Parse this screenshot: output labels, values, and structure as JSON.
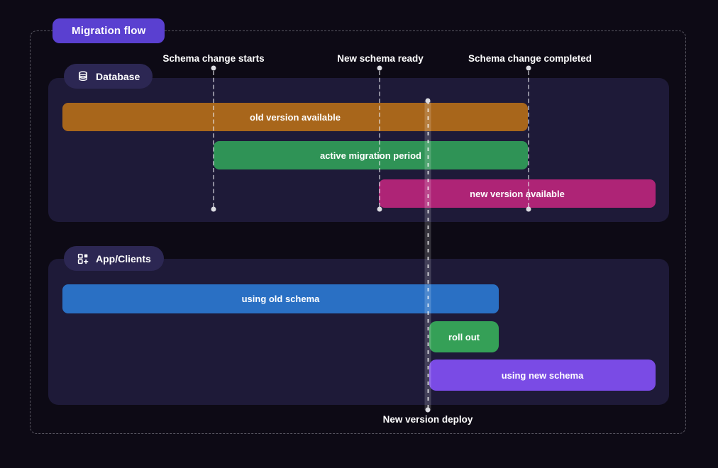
{
  "header": {
    "title": "Migration flow"
  },
  "timeline": {
    "markers": [
      {
        "label": "Schema change starts"
      },
      {
        "label": "New schema ready"
      },
      {
        "label": "Schema change completed"
      }
    ],
    "deploy": {
      "label": "New version deploy"
    }
  },
  "lanes": {
    "database": {
      "label": "Database",
      "icon": "database-icon",
      "bars": [
        {
          "label": "old version available",
          "color": "#a8661b"
        },
        {
          "label": "active migration period",
          "color": "#2f9356"
        },
        {
          "label": "new version available",
          "color": "#ae2476"
        }
      ]
    },
    "app": {
      "label": "App/Clients",
      "icon": "apps-grid-plus-icon",
      "bars": [
        {
          "label": "using old schema",
          "color": "#2a70c4"
        },
        {
          "label": "roll out",
          "color": "#35a057"
        },
        {
          "label": "using new schema",
          "color": "#7a4be5"
        }
      ]
    }
  },
  "colors": {
    "background": "#0d0a15",
    "panel": "#1e1a38",
    "lane_badge": "#2c2753",
    "title_badge": "#5a40d0",
    "marker_dot": "#dcdce2"
  }
}
